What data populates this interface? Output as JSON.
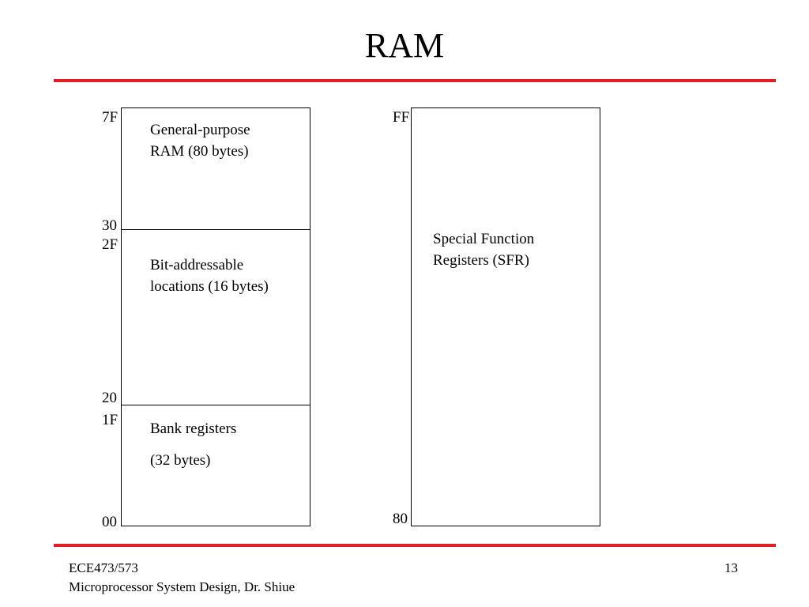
{
  "slide": {
    "title": "RAM",
    "accent_color": "#e21f26"
  },
  "diagram": {
    "lower_ram": {
      "segments": [
        {
          "label_lines": [
            "General-purpose",
            "RAM (80 bytes)"
          ],
          "top_address": "7F",
          "bottom_address": "30"
        },
        {
          "label_lines": [
            "Bit-addressable",
            "locations (16 bytes)"
          ],
          "top_address": "2F",
          "bottom_address": "20"
        },
        {
          "label_lines": [
            "Bank registers",
            "(32 bytes)"
          ],
          "top_address": "1F",
          "bottom_address": "00"
        }
      ]
    },
    "upper_ram": {
      "label_lines": [
        "Special Function",
        "Registers (SFR)"
      ],
      "top_address": "FF",
      "bottom_address": "80"
    }
  },
  "footer": {
    "course": "ECE473/573",
    "subtitle": "Microprocessor System Design, Dr. Shiue",
    "page_number": "13"
  }
}
